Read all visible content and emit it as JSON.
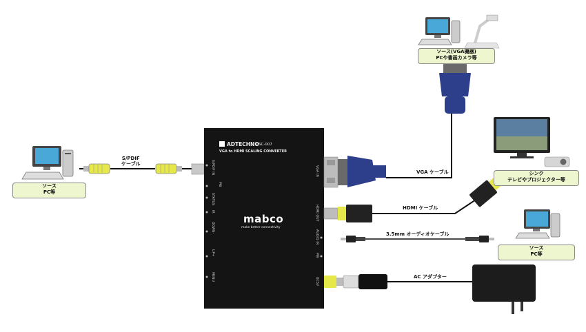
{
  "device": {
    "brand": "ADTECHNO",
    "model": "USC-007",
    "subtitle": "VGA to HDMI SCALING CONVERTER",
    "logo": "mabco",
    "tagline": "make better connectivity",
    "ports_left": [
      "S/PDIF IN",
      "PW",
      "STATUS",
      "IR",
      "DOWN-",
      "UP+",
      "MENU"
    ],
    "ports_right": [
      "VGA IN",
      "HDMI OUT",
      "AUDIO IN",
      "PW",
      "DC5V"
    ]
  },
  "sources": {
    "left_pc": {
      "line1": "ソース",
      "line2": "PC等"
    },
    "vga_source": {
      "line1": "ソース(VGA機器)",
      "line2": "PCや書画カメラ等"
    },
    "sink": {
      "line1": "シンク",
      "line2": "テレビやプロジェクター等"
    },
    "right_pc": {
      "line1": "ソース",
      "line2": "PC等"
    }
  },
  "cables": {
    "spdif": {
      "line1": "S/PDIF",
      "line2": "ケーブル"
    },
    "vga": "VGA ケーブル",
    "hdmi": "HDMI ケーブル",
    "audio": "3.5mm オーディオケーブル",
    "ac": "AC アダプター"
  },
  "colors": {
    "device": "#141414",
    "vga_blue": "#2d3f8a",
    "connector_yellow": "#e6e84a",
    "label_bg": "#eef6d0"
  }
}
